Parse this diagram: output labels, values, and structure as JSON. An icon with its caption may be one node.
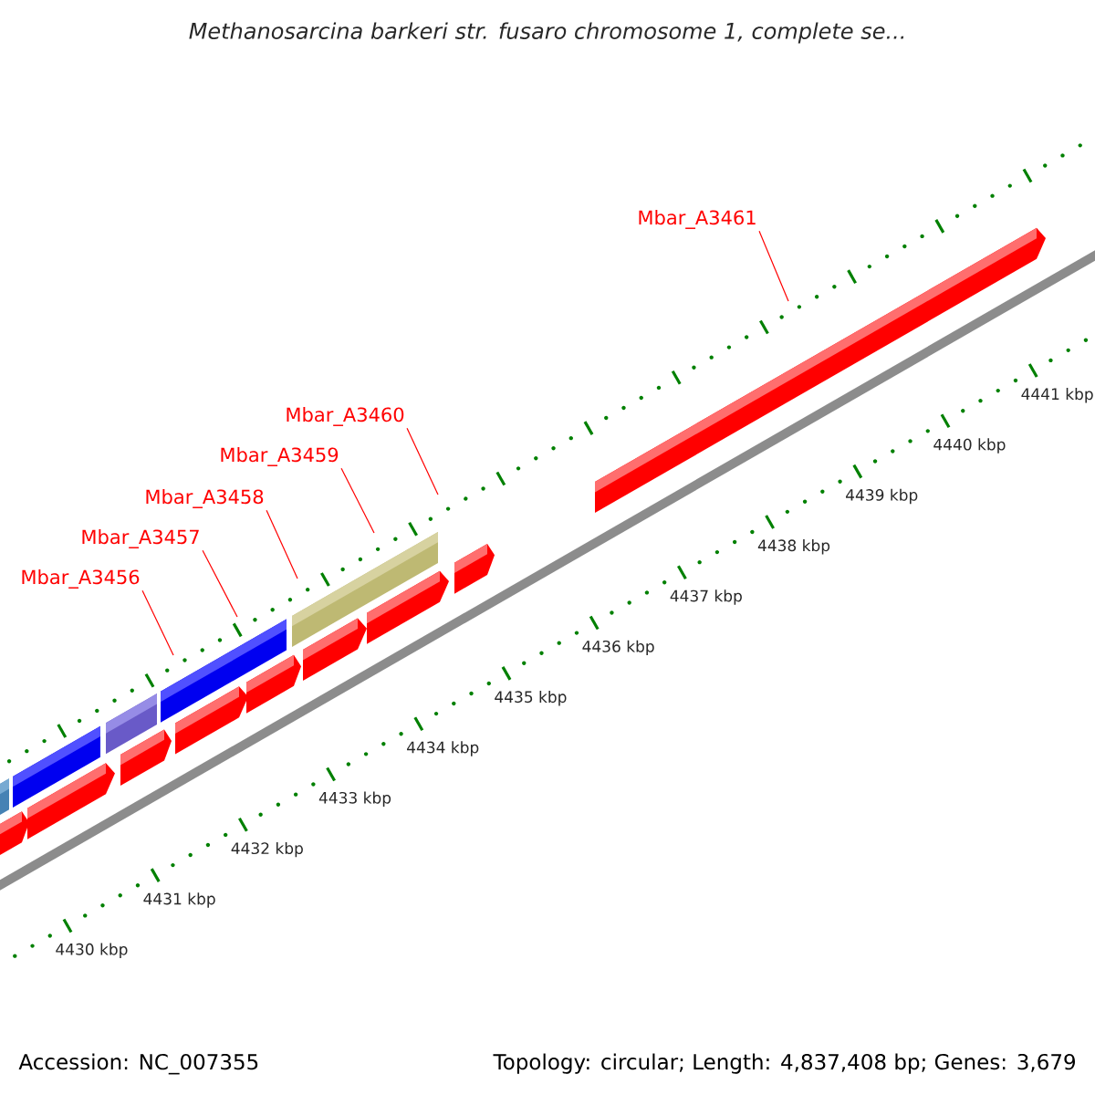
{
  "diagram": {
    "title": "Methanosarcina barkeri str. fusaro chromosome 1, complete se...",
    "nodes": [
      {
        "text": [
          "Mbar_A3456"
        ]
      },
      {
        "text": [
          "Mbar_A3457"
        ]
      },
      {
        "text": [
          "Mbar_A3458"
        ]
      },
      {
        "text": [
          "Mbar_A3459"
        ]
      },
      {
        "text": [
          "Mbar_A3460"
        ]
      },
      {
        "text": [
          "Mbar_A3461"
        ]
      }
    ],
    "edges": [
      {
        "from": 0,
        "to": null,
        "arrow": "none"
      },
      {
        "from": 1,
        "to": null,
        "arrow": "none"
      },
      {
        "from": 2,
        "to": null,
        "arrow": "none"
      },
      {
        "from": 3,
        "to": null,
        "arrow": "none"
      },
      {
        "from": 4,
        "to": null,
        "arrow": "none"
      },
      {
        "from": 5,
        "to": null,
        "arrow": "none"
      }
    ],
    "labels": [
      "4430 kbp",
      "4431 kbp",
      "4432 kbp",
      "4433 kbp",
      "4434 kbp",
      "4435 kbp",
      "4436 kbp",
      "4437 kbp",
      "4438 kbp",
      "4439 kbp",
      "4440 kbp",
      "4441 kbp",
      "Accession: NC_007355",
      "Topology: circular; Length: 4,837,408 bp; Genes: 3,679"
    ]
  }
}
